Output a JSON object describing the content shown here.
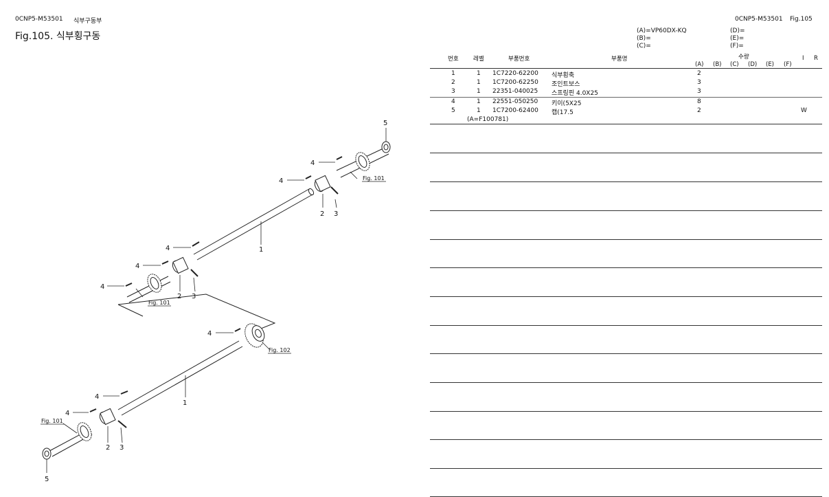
{
  "header": {
    "doc_code_left": "0CNP5-M53501",
    "section_left": "식부구동부",
    "fig_title": "Fig.105.  식부횡구동",
    "doc_code_right": "0CNP5-M53501",
    "fig_right": "Fig.105"
  },
  "models": {
    "A": "(A)=VP60DX-KQ",
    "B": "(B)=",
    "C": "(C)=",
    "D": "(D)=",
    "E": "(E)=",
    "F": "(F)="
  },
  "table": {
    "col_no": "번호",
    "col_level": "레벨",
    "col_partno": "부품번호",
    "col_name": "부품명",
    "col_qty": "수량",
    "col_I": "I",
    "col_R": "R",
    "qty_cols": [
      "(A)",
      "(B)",
      "(C)",
      "(D)",
      "(E)",
      "(F)"
    ],
    "rows": [
      {
        "no": "1",
        "level": "1",
        "part": "1C7220-62200",
        "name": "식부횡축",
        "qtyA": "2",
        "r": ""
      },
      {
        "no": "2",
        "level": "1",
        "part": "1C7200-62250",
        "name": "조인트보스",
        "qtyA": "3",
        "r": ""
      },
      {
        "no": "3",
        "level": "1",
        "part": "22351-040025",
        "name": "스프링핀 4.0X25",
        "qtyA": "3",
        "r": ""
      },
      {
        "no": "4",
        "level": "1",
        "part": "22551-050250",
        "name": "키이(5X25",
        "qtyA": "8",
        "r": ""
      },
      {
        "no": "5",
        "level": "1",
        "part": "1C7200-62400",
        "name": "캡(17.5",
        "qtyA": "2",
        "r": "W"
      }
    ],
    "note": "(A=F100781)"
  },
  "diagram": {
    "callouts": [
      "5",
      "4",
      "4",
      "2",
      "3",
      "1",
      "4",
      "4",
      "4",
      "2",
      "3",
      "4",
      "1",
      "4",
      "4",
      "2",
      "3",
      "5"
    ],
    "refs": [
      "Fig. 101",
      "Fig. 101",
      "Fig. 102",
      "Fig. 101"
    ]
  }
}
